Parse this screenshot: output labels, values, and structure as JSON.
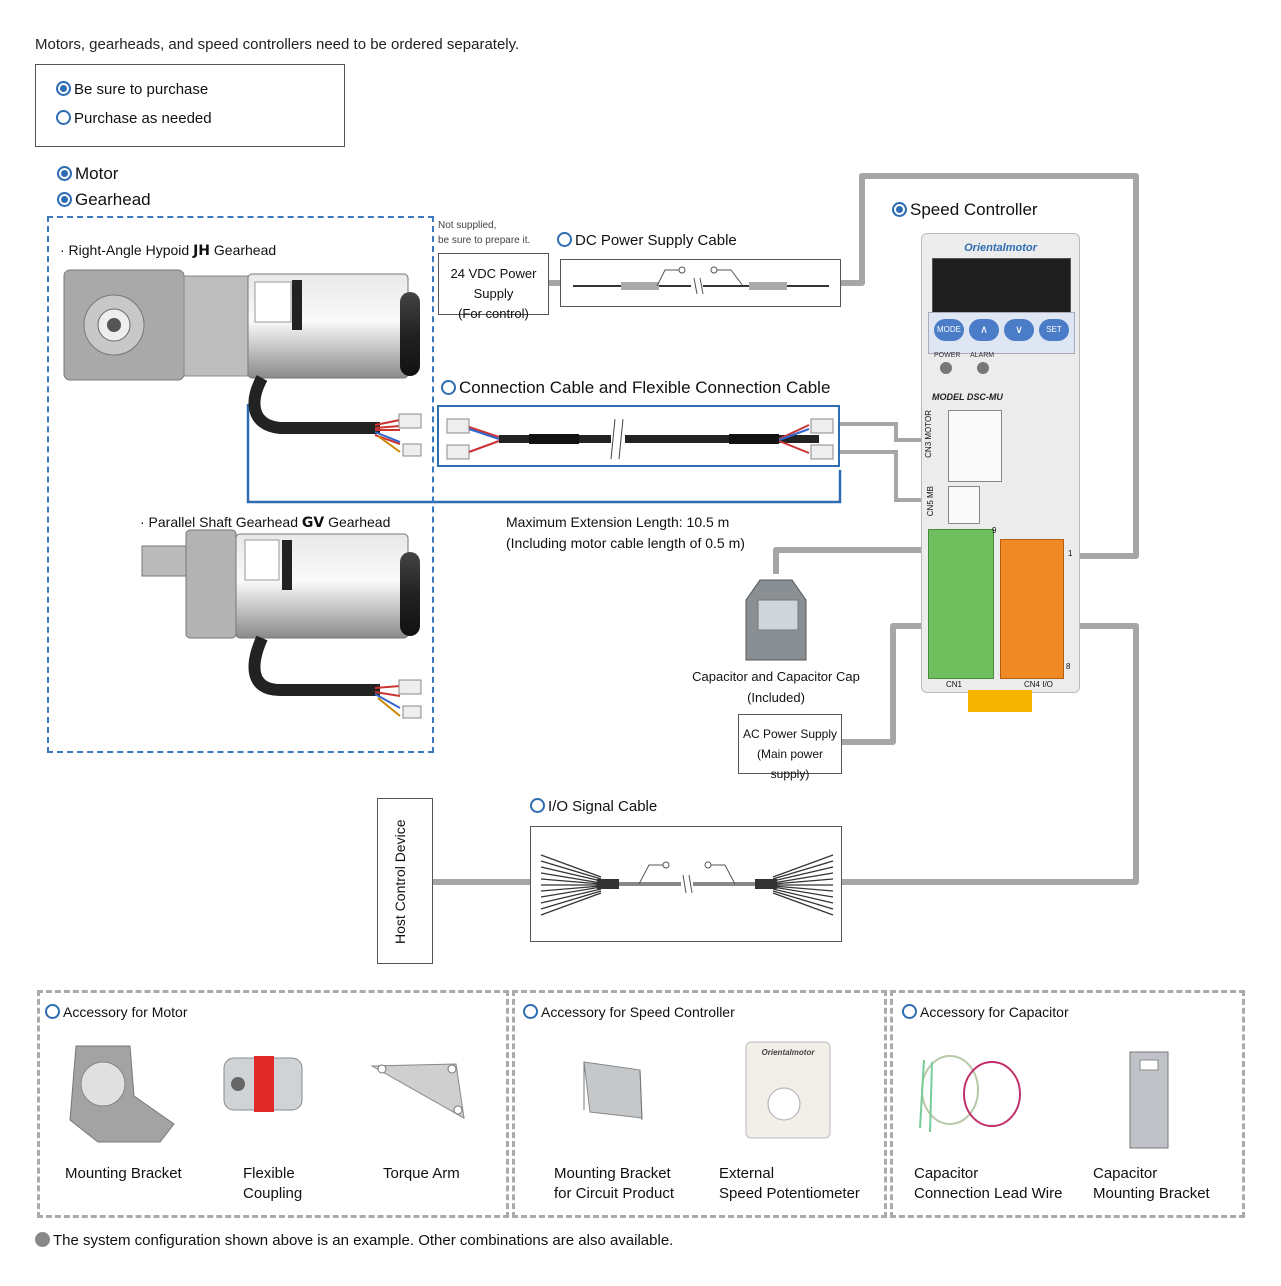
{
  "header_note": "Motors, gearheads, and speed controllers need to be ordered separately.",
  "legend": {
    "be_sure": "Be sure to purchase",
    "as_needed": "Purchase as needed"
  },
  "motor_label": "Motor",
  "gearhead_label": "Gearhead",
  "right_angle": {
    "prefix": "· Right-Angle Hypoid ",
    "code": "JH",
    "suffix": " Gearhead"
  },
  "parallel": {
    "prefix": "· Parallel Shaft Gearhead ",
    "code": "GV",
    "suffix": " Gearhead"
  },
  "not_supplied": {
    "line1": "Not supplied,",
    "line2": "be sure to prepare it."
  },
  "vdc_supply": {
    "line1": "24 VDC Power Supply",
    "line2": "(For control)"
  },
  "dc_cable": "DC Power Supply Cable",
  "connection_cable": "Connection Cable and Flexible Connection Cable",
  "max_extension": {
    "line1": "Maximum Extension Length: 10.5 m",
    "line2": "(Including motor cable length of 0.5 m)"
  },
  "speed_controller": {
    "title": "Speed Controller",
    "brand": "Orientalmotor",
    "model": "MODEL DSC-MU",
    "buttons": [
      "MODE",
      "∧",
      "∨",
      "SET"
    ],
    "leds": [
      "POWER",
      "ALARM"
    ],
    "cn3": "CN3 MOTOR",
    "cn5": "CN5 MB",
    "cn1": "CN1",
    "cn4": "CN4 I/O",
    "pin9": "9",
    "pin1": "1",
    "pin8": "8"
  },
  "capacitor": {
    "line1": "Capacitor and Capacitor Cap",
    "line2": "(Included)"
  },
  "ac_supply": {
    "line1": "AC Power Supply",
    "line2": "(Main power supply)"
  },
  "host_device": "Host Control Device",
  "io_cable": "I/O Signal Cable",
  "accessories": {
    "motor": {
      "title": "Accessory for Motor",
      "items": [
        {
          "line1": "Mounting Bracket",
          "line2": ""
        },
        {
          "line1": "Flexible",
          "line2": "Coupling"
        },
        {
          "line1": "Torque Arm",
          "line2": ""
        }
      ]
    },
    "controller": {
      "title": "Accessory for Speed Controller",
      "items": [
        {
          "line1": "Mounting Bracket",
          "line2": "for Circuit Product"
        },
        {
          "line1": "External",
          "line2": "Speed Potentiometer"
        }
      ],
      "pot_brand": "Orientalmotor"
    },
    "capacitor": {
      "title": "Accessory for Capacitor",
      "items": [
        {
          "line1": "Capacitor",
          "line2": "Connection Lead Wire"
        },
        {
          "line1": "Capacitor",
          "line2": "Mounting Bracket"
        }
      ]
    }
  },
  "footer_note": "The system configuration shown above is an example. Other combinations are also available.",
  "colors": {
    "accent_blue": "#2f6db3",
    "line_gray": "#a6a6a6",
    "terminal_green": "#6fbf5f",
    "terminal_orange": "#f08a24"
  }
}
